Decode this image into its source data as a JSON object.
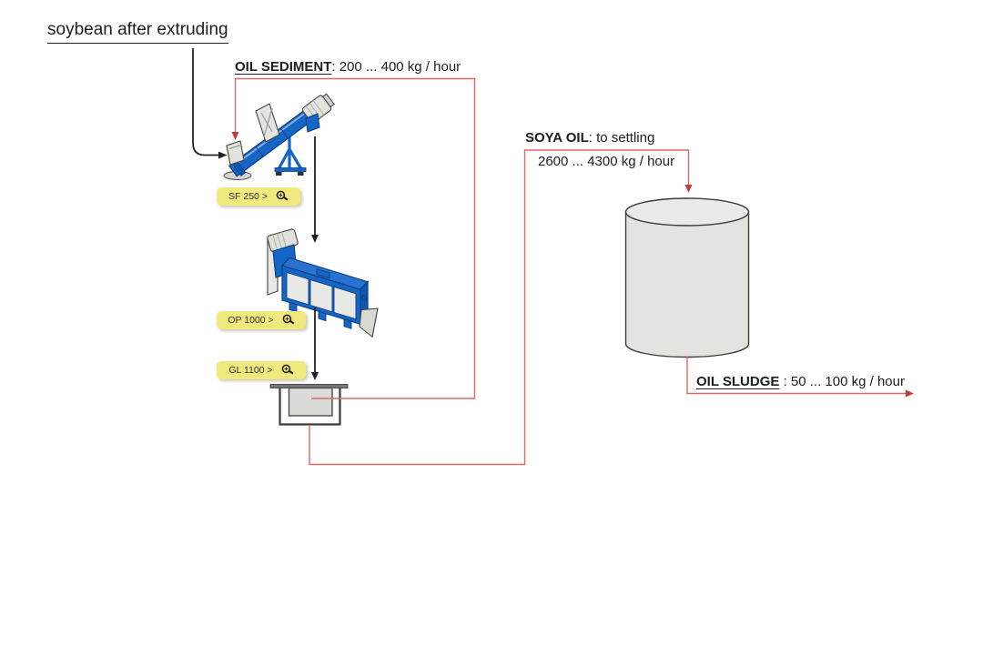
{
  "diagram": {
    "input_stream": {
      "label": "soybean after extruding"
    },
    "oil_sediment": {
      "name": "OIL SEDIMENT",
      "rate": ": 200 ... 400 kg / hour"
    },
    "soya_oil": {
      "name": "SOYA OIL",
      "destination": ": to settling",
      "rate": "2600 ... 4300 kg / hour"
    },
    "oil_sludge": {
      "name": "OIL SLUDGE",
      "rate": " : 50 ... 100 kg / hour"
    },
    "equipment_links": [
      {
        "id": "sf-250",
        "label": "SF 250 >",
        "icon": "magnifier-zoom-icon"
      },
      {
        "id": "op-1000",
        "label": "OP 1000 >",
        "icon": "magnifier-zoom-icon"
      },
      {
        "id": "gl-1100",
        "label": "GL 1100 >",
        "icon": "magnifier-zoom-icon"
      }
    ],
    "colors": {
      "flow_line_red": "#D96A6A",
      "arrow_red": "#C13B3B",
      "machine_blue": "#1565C4",
      "machine_blue_dark": "#0A3F85",
      "label_yellow": "#F2E97E",
      "tank_gray": "#E3E3E0",
      "text": "#1D1D1D"
    }
  }
}
